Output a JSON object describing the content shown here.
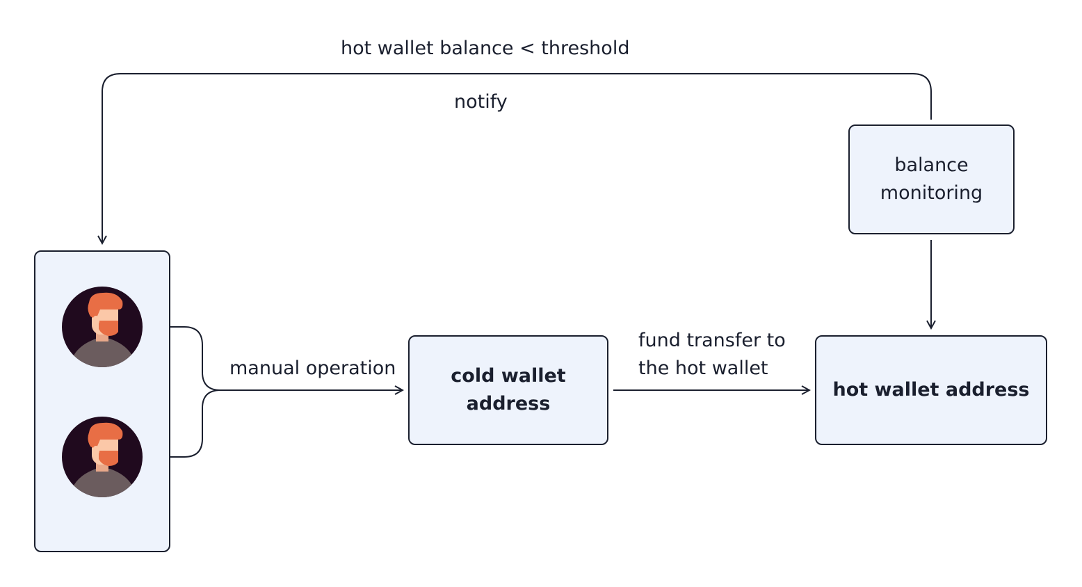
{
  "nodes": {
    "operators": {
      "label": ""
    },
    "cold_wallet": {
      "label": "cold wallet address"
    },
    "hot_wallet": {
      "label": "hot wallet address"
    },
    "balance_monitor": {
      "label": "balance monitoring"
    }
  },
  "edges": {
    "threshold_condition": "hot wallet balance < threshold",
    "notify": "notify",
    "manual_operation": "manual operation",
    "fund_transfer": "fund transfer to the hot wallet"
  },
  "avatar_icons": [
    "operator-avatar-icon",
    "operator-avatar-icon"
  ],
  "colors": {
    "box_fill": "#eef3fc",
    "stroke": "#1a1f2e",
    "avatar_bg": "#200a1e",
    "hair": "#e86e45",
    "skin": "#fbc8a8",
    "shirt": "#6b5c5e"
  }
}
